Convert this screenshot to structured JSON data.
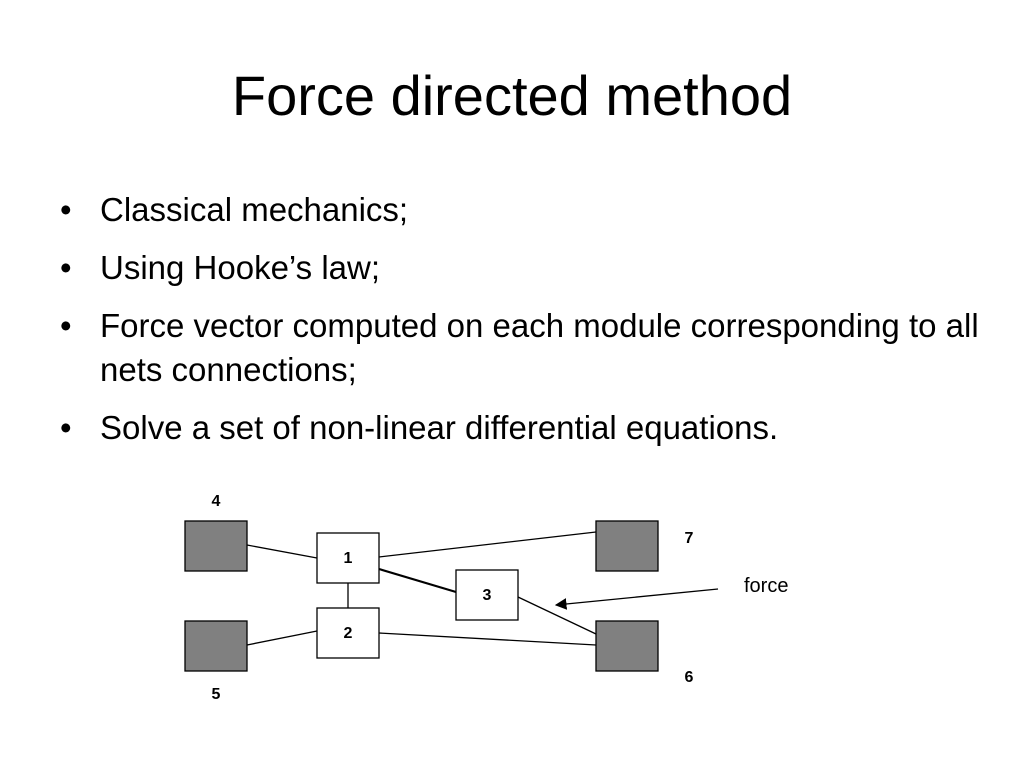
{
  "slide": {
    "title": "Force directed method",
    "bullets": [
      "Classical mechanics;",
      "Using Hooke’s law;",
      "Force vector computed on each module corresponding to all nets connections;",
      "Solve a set of non-linear differential equations."
    ]
  },
  "diagram": {
    "nodes": [
      {
        "id": "1",
        "label": "1",
        "kind": "module"
      },
      {
        "id": "2",
        "label": "2",
        "kind": "module"
      },
      {
        "id": "3",
        "label": "3",
        "kind": "module"
      },
      {
        "id": "4",
        "label": "4",
        "kind": "fixed"
      },
      {
        "id": "5",
        "label": "5",
        "kind": "fixed"
      },
      {
        "id": "6",
        "label": "6",
        "kind": "fixed"
      },
      {
        "id": "7",
        "label": "7",
        "kind": "fixed"
      }
    ],
    "edges": [
      {
        "from": "4",
        "to": "1"
      },
      {
        "from": "1",
        "to": "7"
      },
      {
        "from": "1",
        "to": "2"
      },
      {
        "from": "1",
        "to": "3"
      },
      {
        "from": "3",
        "to": "6"
      },
      {
        "from": "5",
        "to": "2"
      },
      {
        "from": "2",
        "to": "6"
      }
    ],
    "annotation": "force",
    "colors": {
      "fixed_fill": "#808080",
      "module_fill": "#ffffff",
      "stroke": "#000000"
    }
  }
}
